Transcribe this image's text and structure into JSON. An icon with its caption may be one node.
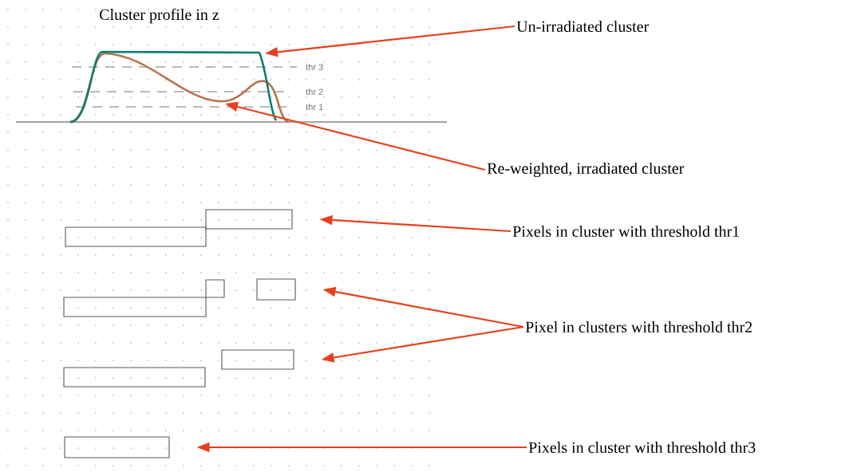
{
  "diagram": {
    "title": "Cluster profile in z",
    "nodes": [
      {
        "text": [
          "Un-irradiated cluster"
        ]
      },
      {
        "text": [],
        "shape": "picture"
      },
      {
        "text": [
          "Re-weighted, irradiated cluster"
        ]
      },
      {
        "text": [],
        "shape": "box"
      },
      {
        "text": [],
        "shape": "box"
      },
      {
        "text": [
          "Pixels in cluster with threshold thr1"
        ]
      },
      {
        "text": [],
        "shape": "box"
      },
      {
        "text": [],
        "shape": "box"
      },
      {
        "text": [],
        "shape": "box"
      },
      {
        "text": [
          "Pixel in clusters with threshold thr2"
        ]
      },
      {
        "text": [],
        "shape": "box"
      },
      {
        "text": [],
        "shape": "box"
      },
      {
        "text": [],
        "shape": "box"
      },
      {
        "text": [
          "Pixels in cluster with threshold thr3"
        ]
      }
    ],
    "edges": [
      {
        "from": 0,
        "to": 1,
        "arrow": "to"
      },
      {
        "from": 2,
        "to": 1,
        "arrow": "to"
      },
      {
        "from": 5,
        "to": 4,
        "arrow": "to"
      },
      {
        "from": 9,
        "to": 8,
        "arrow": "to"
      },
      {
        "from": 9,
        "to": 11,
        "arrow": "to"
      },
      {
        "from": 13,
        "to": 12,
        "arrow": "to"
      }
    ],
    "labels": [
      "thr 3",
      "thr 2",
      "thr 1"
    ]
  }
}
